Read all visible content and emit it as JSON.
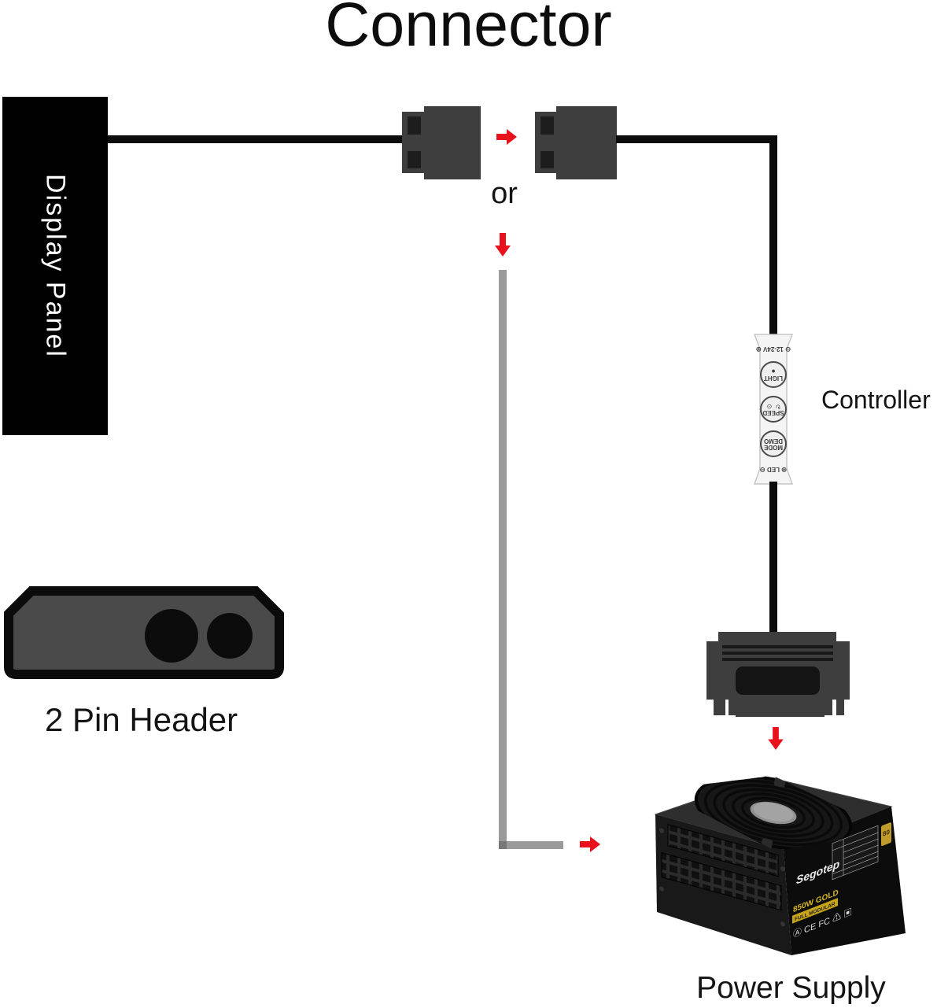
{
  "title": "Connector",
  "display_panel": {
    "label": "Display Panel"
  },
  "junction": {
    "or_label": "or"
  },
  "controller": {
    "label": "Controller",
    "power_row": {
      "minus": "⊖",
      "text": "12-24V",
      "plus": "⊕"
    },
    "buttons": {
      "light": {
        "label": "LIGHT",
        "icon": "●"
      },
      "speed": {
        "label": "SPEED",
        "icons": "↻ ⊙"
      },
      "mode": {
        "line1": "MODE",
        "line2": "DEMO"
      }
    },
    "led_row": {
      "plus": "⊕",
      "text": "LED",
      "minus": "⊖"
    }
  },
  "pin_header": {
    "label": "2 Pin Header"
  },
  "power_supply": {
    "label": "Power Supply",
    "brand": "Segotep",
    "model": "850W GOLD",
    "model_badge": "FULL MODULAR",
    "badge_80plus": "80",
    "certs": "Ⓐ CE FC ⚠ ▣"
  },
  "colors": {
    "arrow_red": "#e8111c",
    "wire_black": "#0c0c0c",
    "gray_line": "#9a9a9a",
    "connector_gray": "#3e3e3e",
    "header_gray": "#4a4a4a"
  }
}
